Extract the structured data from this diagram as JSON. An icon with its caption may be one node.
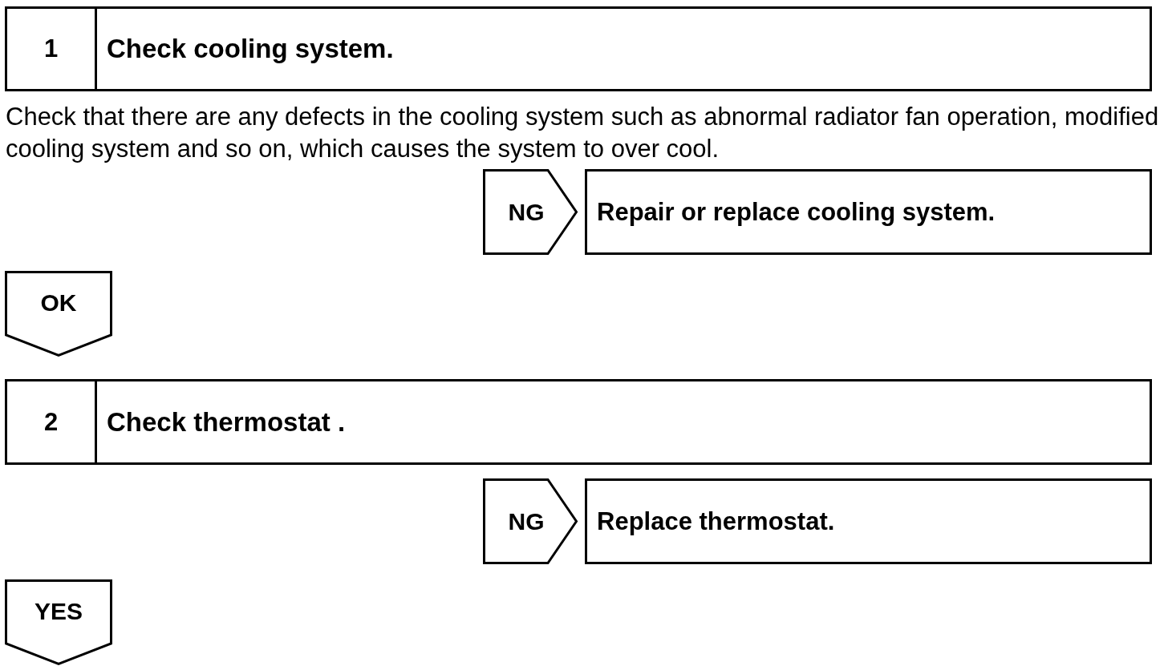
{
  "diagram": {
    "nodes": [
      {
        "text": [
          "1",
          "Check cooling system."
        ]
      },
      {
        "text": [
          "NG"
        ]
      },
      {
        "text": [
          "Repair or replace cooling system."
        ]
      },
      {
        "text": [
          "OK"
        ]
      },
      {
        "text": [
          "2",
          "Check thermostat ."
        ]
      },
      {
        "text": [
          "NG"
        ]
      },
      {
        "text": [
          "Replace thermostat."
        ]
      },
      {
        "text": [
          "YES"
        ]
      }
    ],
    "labels": [
      "Check that there are any defects in the cooling system such as abnormal radiator fan operation, modified cooling system and so on, which causes the system to over cool."
    ]
  }
}
